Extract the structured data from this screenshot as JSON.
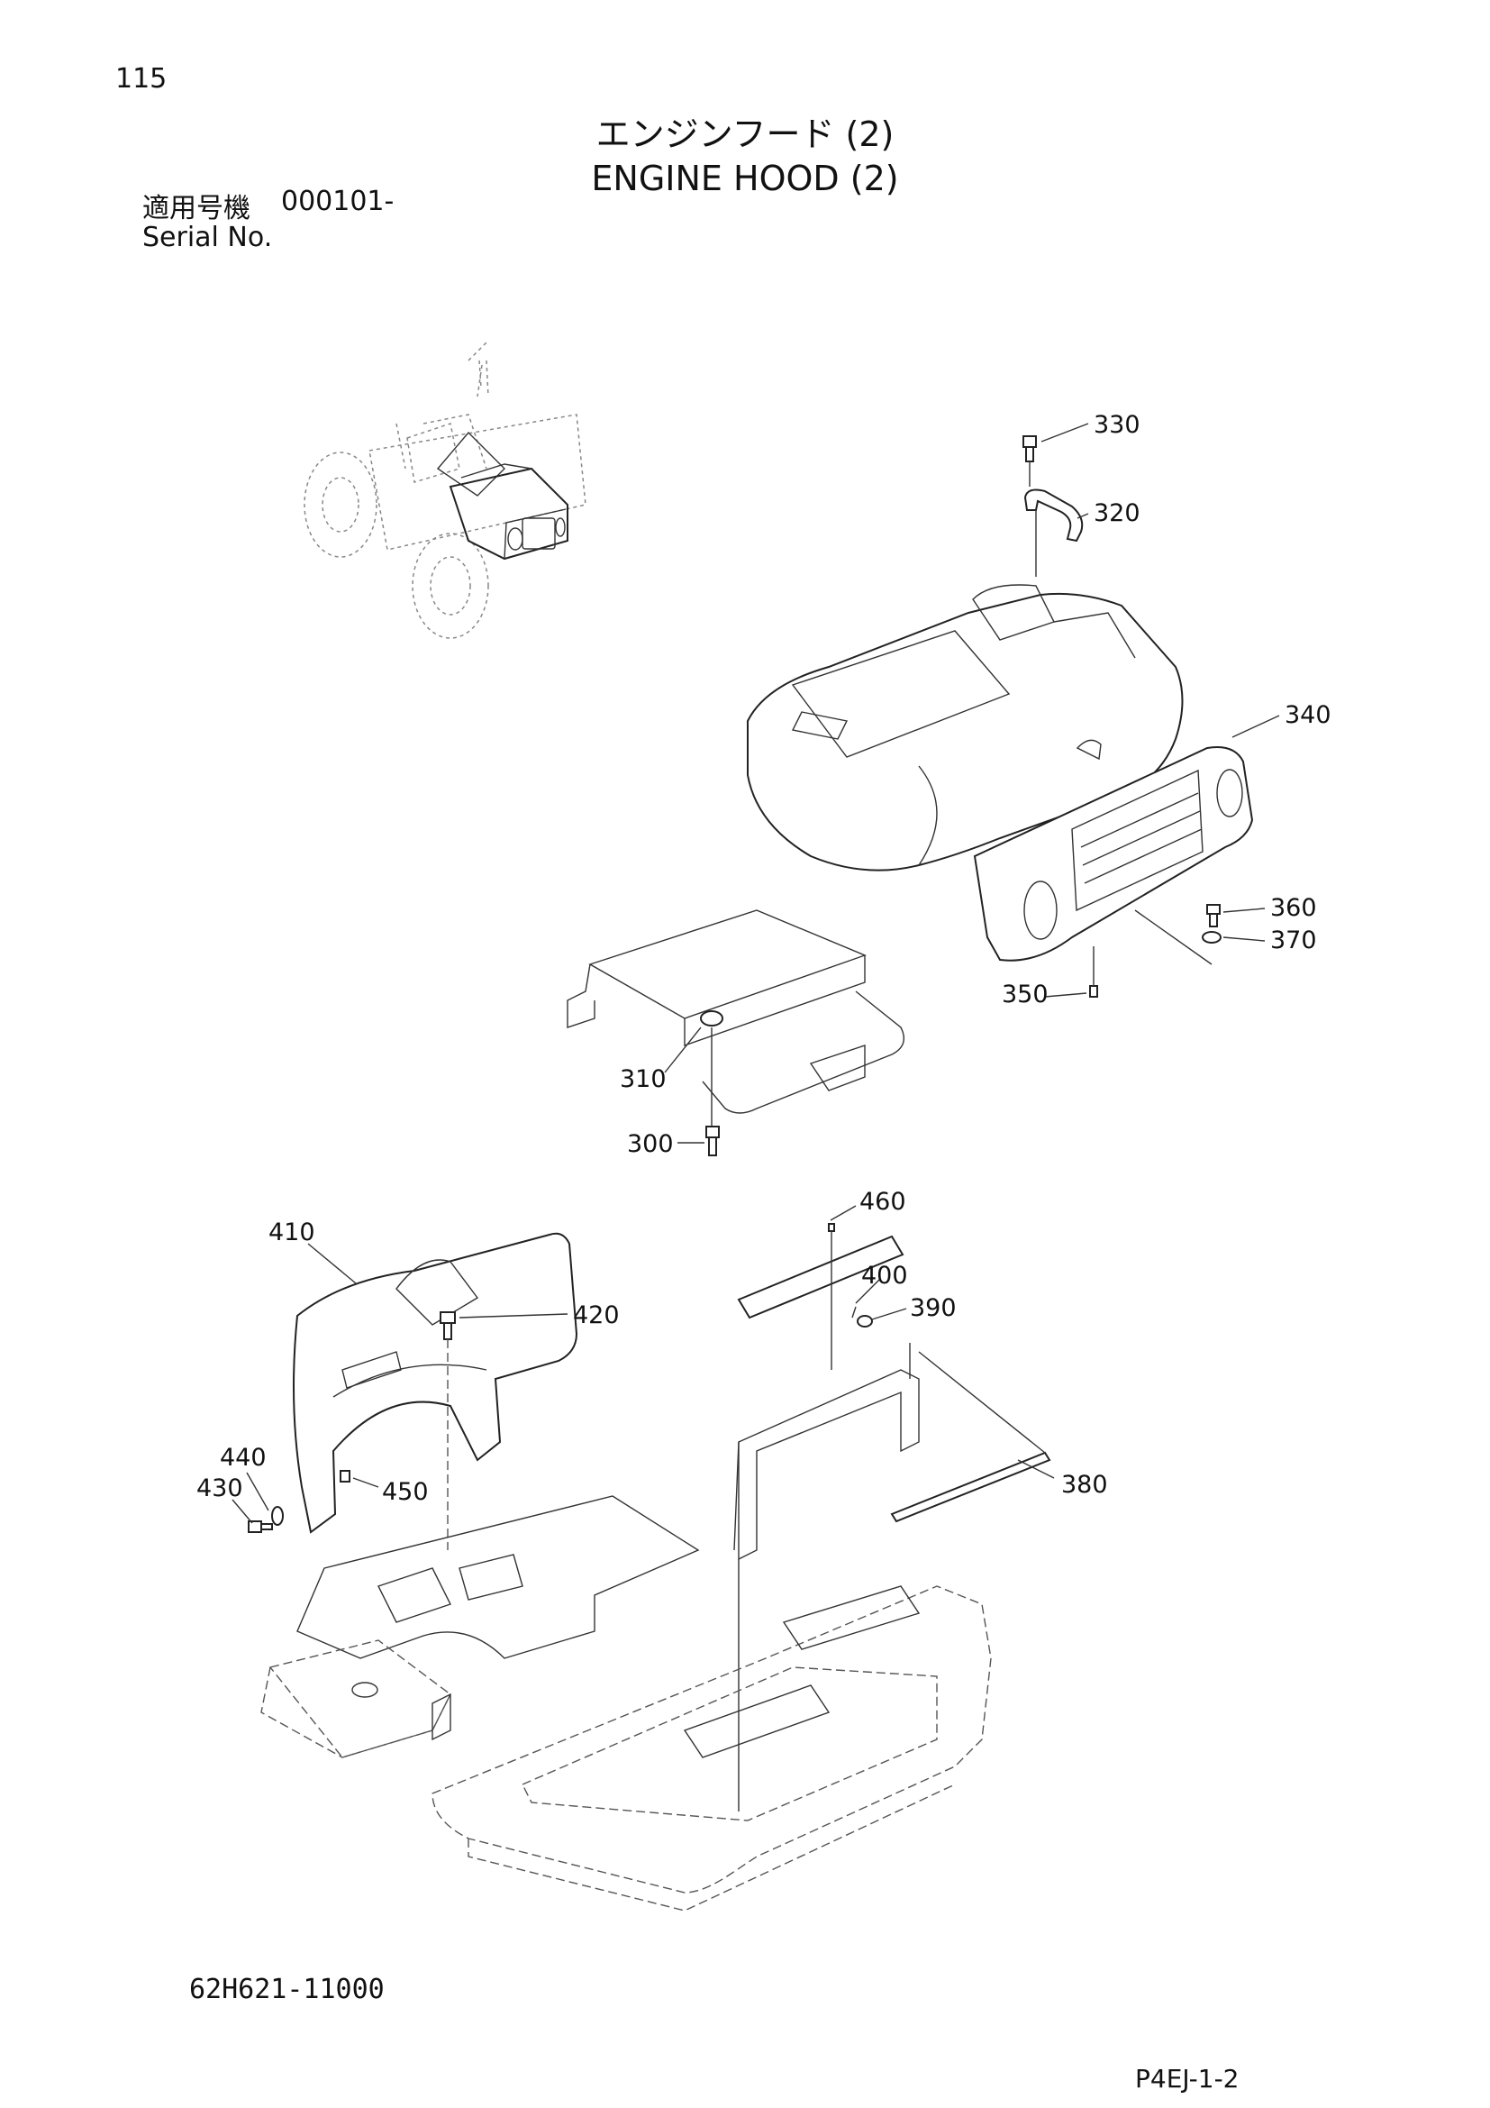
{
  "header": {
    "page_number": "115",
    "title_ja": "エンジンフード (2)",
    "title_en": "ENGINE HOOD (2)",
    "serial_label_ja": "適用号機",
    "serial_number": "000101-",
    "serial_label_en": "Serial No."
  },
  "callouts": {
    "p300": "300",
    "p310": "310",
    "p320": "320",
    "p330": "330",
    "p340": "340",
    "p350": "350",
    "p360": "360",
    "p370": "370",
    "p380": "380",
    "p390": "390",
    "p400": "400",
    "p410": "410",
    "p420": "420",
    "p430": "430",
    "p440": "440",
    "p450": "450",
    "p460": "460"
  },
  "footer": {
    "catalog_code": "62H621-11000",
    "page_code": "P4EJ-1-2"
  }
}
